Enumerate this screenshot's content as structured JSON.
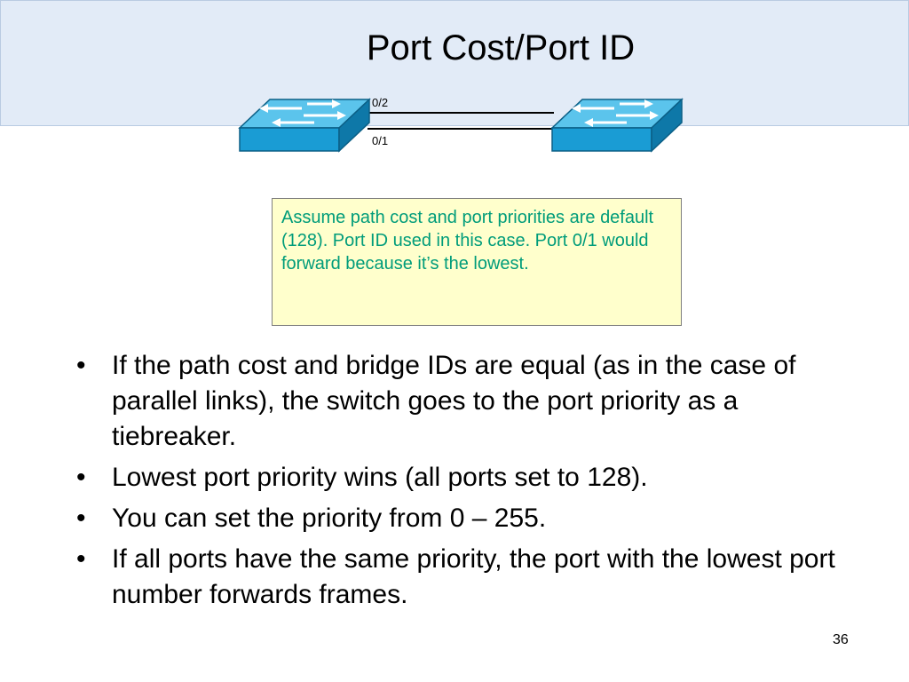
{
  "slide": {
    "title": "Port Cost/Port ID",
    "page_number": "36"
  },
  "diagram": {
    "port_top": "0/2",
    "port_bottom": "0/1",
    "switch_color": "#1a9cd4",
    "switch_icon": "switch-icon"
  },
  "note": {
    "text": "Assume path cost and port priorities are default (128). Port ID used in this case. Port 0/1 would forward because it’s the lowest.",
    "text_color": "#009c7a",
    "background": "#ffffcc"
  },
  "bullets": [
    "If the path cost and bridge IDs are equal (as in the case of parallel links), the switch goes to the port priority as a tiebreaker.",
    "Lowest port priority wins (all ports set to 128).",
    "You can set the priority from 0 – 255.",
    "If all ports have the same priority, the port with the lowest port number forwards frames."
  ],
  "bullet_symbol": "•"
}
